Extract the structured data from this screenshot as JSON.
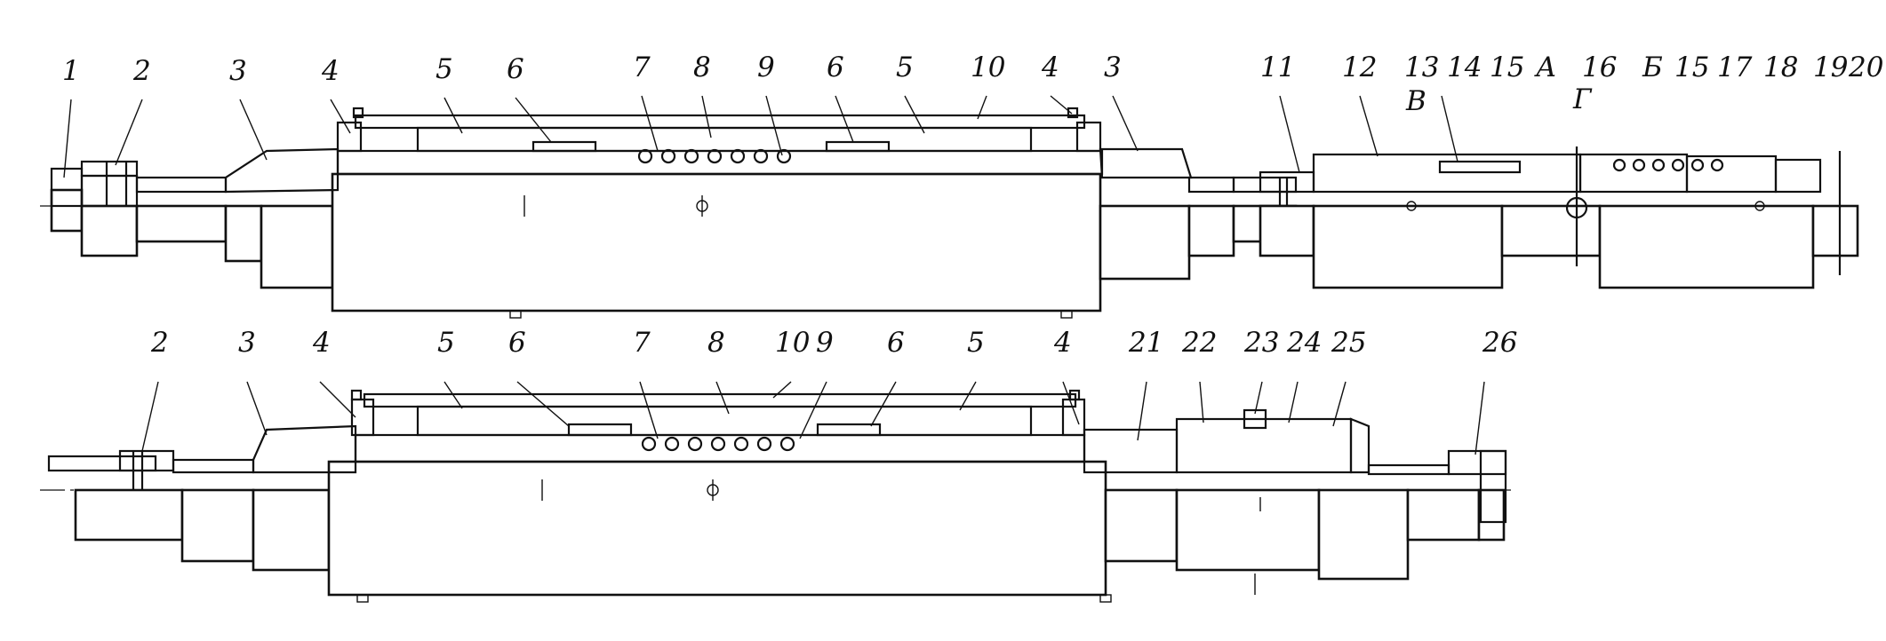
{
  "top_assembly": {
    "labels": [
      "1",
      "2",
      "3",
      "4",
      "5",
      "6",
      "7",
      "8",
      "9",
      "6",
      "5",
      "10",
      "4",
      "3",
      "11",
      "12",
      "13",
      "14",
      "15",
      "А",
      "16",
      "Б",
      "15",
      "17",
      "18",
      "19",
      "20",
      "В",
      "Г"
    ]
  },
  "bottom_assembly": {
    "labels": [
      "2",
      "3",
      "4",
      "5",
      "6",
      "7",
      "8",
      "10",
      "9",
      "6",
      "5",
      "4",
      "21",
      "22",
      "23",
      "24",
      "25",
      "26"
    ]
  },
  "colors": {
    "line": "#111111",
    "background": "#ffffff"
  }
}
